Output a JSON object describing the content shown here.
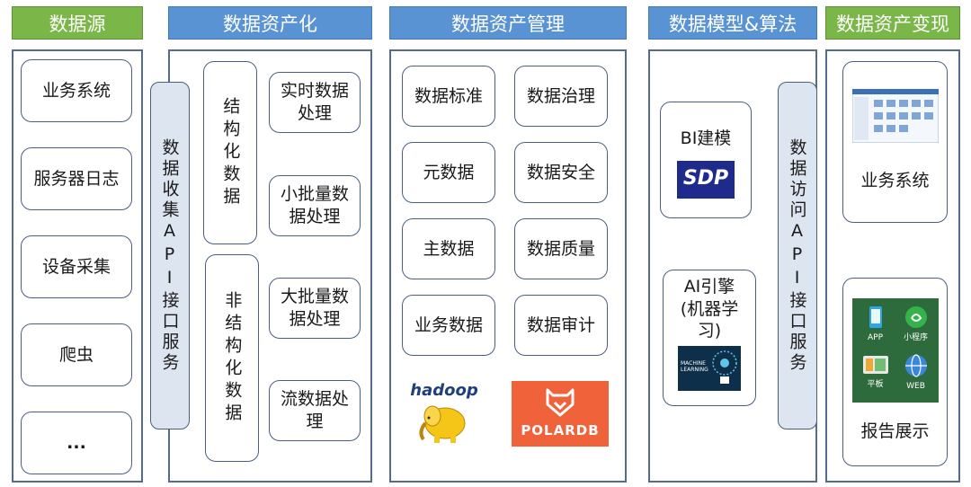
{
  "columns": [
    {
      "title": "数据源",
      "color": "green"
    },
    {
      "title": "数据资产化",
      "color": "blue"
    },
    {
      "title": "数据资产管理",
      "color": "blue"
    },
    {
      "title": "数据模型&算法",
      "color": "blue"
    },
    {
      "title": "数据资产变现",
      "color": "green"
    }
  ],
  "sources": [
    "业务系统",
    "服务器日志",
    "设备采集",
    "爬虫",
    "..."
  ],
  "assetization": {
    "collect_api": "数据收集API接口服务",
    "structured": "结构化数据",
    "unstructured": "非结构化数据",
    "processing": [
      "实时数据处理",
      "小批量数据处理",
      "大批量数据处理",
      "流数据处理"
    ]
  },
  "management": {
    "items": [
      "数据标准",
      "数据治理",
      "元数据",
      "数据安全",
      "主数据",
      "数据质量",
      "业务数据",
      "数据审计"
    ],
    "logos": {
      "hadoop": "hadoop",
      "polardb": "POLARDB"
    }
  },
  "model": {
    "bi": "BI建模",
    "sdp_logo": "SDP",
    "ai_line1": "AI引擎",
    "ai_line2": "(机器学",
    "ai_line3": "习)",
    "ml_logo_line1": "MACHINE",
    "ml_logo_line2": "LEARNING",
    "access_api": "数据访问API接口服务"
  },
  "monetization": {
    "business": "业务系统",
    "report": "报告展示",
    "apps": [
      "APP",
      "小程序",
      "平板",
      "WEB"
    ]
  },
  "colors": {
    "green": "#7ab648",
    "blue": "#5a93d3",
    "pill": "#dde5f1",
    "border": "#556b8e"
  }
}
